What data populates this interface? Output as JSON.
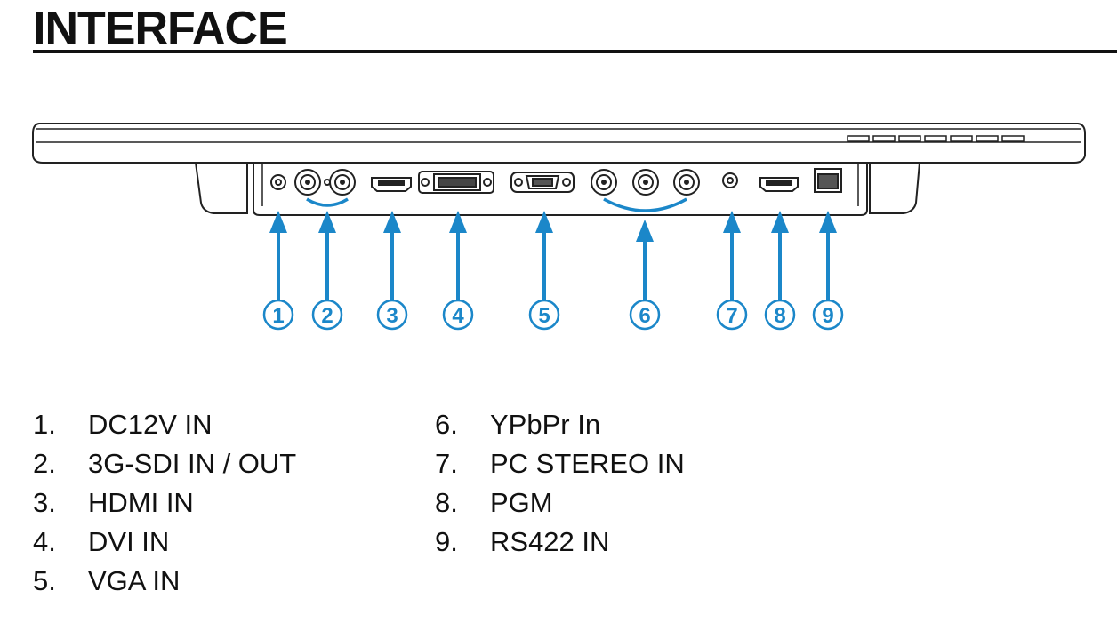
{
  "title": "INTERFACE",
  "accent_color": "#1b87c9",
  "callouts": [
    {
      "n": "1",
      "label": "DC12V IN"
    },
    {
      "n": "2",
      "label": "3G-SDI IN / OUT"
    },
    {
      "n": "3",
      "label": "HDMI IN"
    },
    {
      "n": "4",
      "label": "DVI IN"
    },
    {
      "n": "5",
      "label": "VGA IN"
    },
    {
      "n": "6",
      "label": "YPbPr In"
    },
    {
      "n": "7",
      "label": "PC STEREO IN"
    },
    {
      "n": "8",
      "label": "PGM"
    },
    {
      "n": "9",
      "label": "RS422 IN"
    }
  ],
  "legend": {
    "left": [
      {
        "num": "1.",
        "label": "DC12V IN"
      },
      {
        "num": "2.",
        "label": "3G-SDI IN / OUT"
      },
      {
        "num": "3.",
        "label": "HDMI IN"
      },
      {
        "num": "4.",
        "label": "DVI IN"
      },
      {
        "num": "5.",
        "label": "VGA IN"
      }
    ],
    "right": [
      {
        "num": "6.",
        "label": "YPbPr In"
      },
      {
        "num": "7.",
        "label": "PC STEREO IN"
      },
      {
        "num": "8.",
        "label": "PGM"
      },
      {
        "num": "9.",
        "label": "RS422 IN"
      }
    ]
  }
}
